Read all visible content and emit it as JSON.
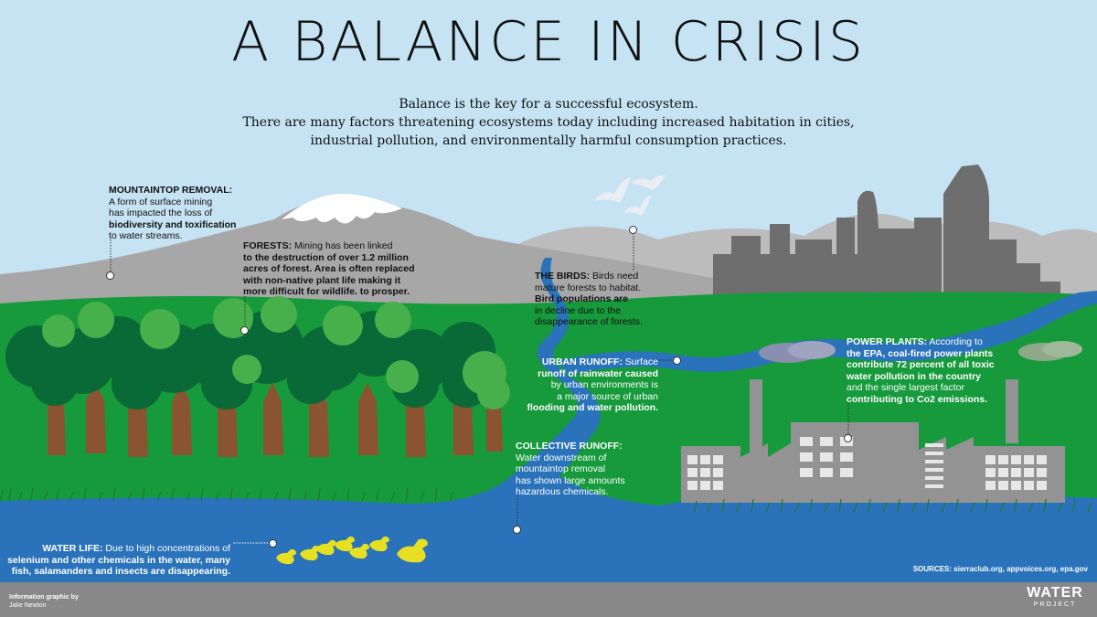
{
  "title": "A BALANCE IN CRISIS",
  "intro": {
    "line1": "Balance is the key for a successful ecosystem.",
    "line2": "There are many factors threatening ecosystems today including increased habitation in cities,",
    "line3": "industrial pollution, and environmentally harmful consumption practices."
  },
  "notes": {
    "mountaintop": {
      "heading": "MOUNTAINTOP REMOVAL:",
      "l1": "A form of surface mining",
      "l2": "has impacted the loss of",
      "l3": "biodiversity and  toxification",
      "l4": "to water streams."
    },
    "forests": {
      "heading": "FORESTS:",
      "l1": " Mining has been linked",
      "l2": "to the destruction of over 1.2 million",
      "l3": "acres of forest. Area is often replaced",
      "l4": "with non-native plant life making it",
      "l5": "more difficult for wildlife. to prosper."
    },
    "birds": {
      "heading": "THE BIRDS:",
      "l1": "  Birds need",
      "l2": "mature forests to habitat.",
      "l3": "Bird populations are",
      "l4": "in decline due to the",
      "l5": "disappearance of forests."
    },
    "urban": {
      "heading": "URBAN RUNOFF:",
      "l1": " Surface",
      "l2": "runoff of rainwater caused",
      "l3": "by urban environments is",
      "l4": "a major source of urban",
      "l5": "flooding and water pollution."
    },
    "power": {
      "heading": "POWER PLANTS:",
      "l1": " According to",
      "l2": "the EPA, coal-fired power plants",
      "l3": "contribute 72 percent of all toxic",
      "l4": "water pollution in the country",
      "l5": "and the single largest factor",
      "l6": "contributing to Co2 emissions."
    },
    "collective": {
      "heading": "COLLECTIVE RUNOFF:",
      "l1": "Water downstream of",
      "l2": "mountaintop removal",
      "l3": "has shown large amounts",
      "l4": "hazardous chemicals."
    },
    "waterlife": {
      "heading": "WATER LIFE:",
      "l1": " Due to high concentrations of",
      "l2": "selenium and other chemicals in the water, many",
      "l3": "fish, salamanders and insects are disappearing."
    }
  },
  "sources": "SOURCES: sierraclub.org, appvoices.org, epa.gov",
  "credit": {
    "line1": "Information graphic by",
    "line2": "Jake Newton"
  },
  "logo": {
    "word": "WATER",
    "sub": "PROJECT"
  },
  "colors": {
    "sky": "#c6e3f3",
    "mountain": "#a7a7a7",
    "snow": "#ffffff",
    "grass": "#169a3b",
    "water": "#2a73bb",
    "treeDark": "#0a6a37",
    "treeLight": "#47b04b",
    "trunk": "#8a5431",
    "city": "#6e6e6e",
    "factory": "#939393",
    "duck": "#e6df22",
    "footer": "#888888"
  }
}
